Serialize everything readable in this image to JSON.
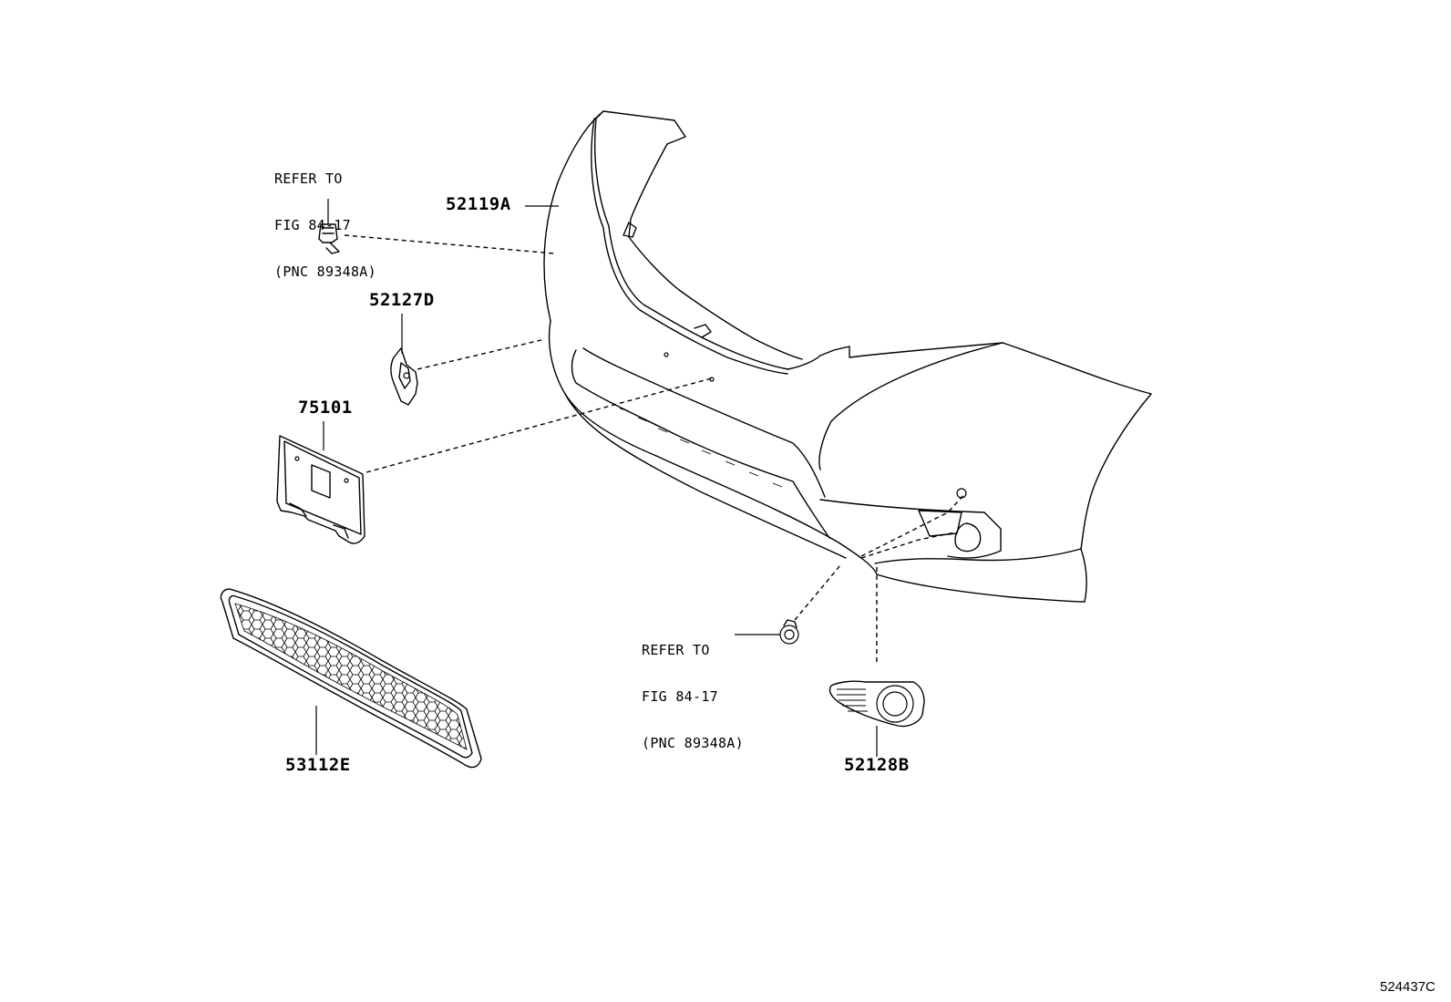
{
  "parts": {
    "bumper_cover": "52119A",
    "bracket": "52127D",
    "license_plate_bracket": "75101",
    "grille": "53112E",
    "fog_lamp_cover": "52128B"
  },
  "references": {
    "upper": [
      "REFER TO",
      "FIG 84-17",
      "(PNC 89348A)"
    ],
    "lower": [
      "REFER TO",
      "FIG 84-17",
      "(PNC 89348A)"
    ]
  },
  "diagram_code": "524437C"
}
